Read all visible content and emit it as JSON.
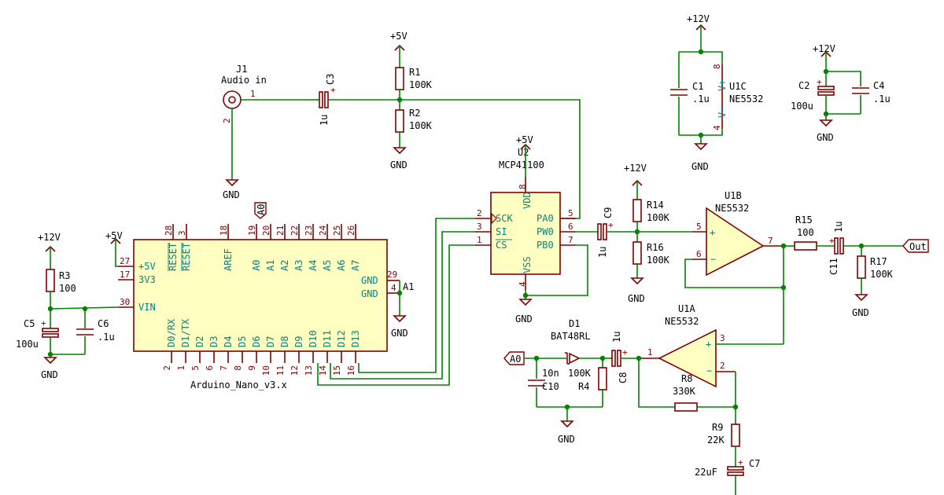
{
  "schematic": {
    "symbols": {
      "ground": "GND",
      "v5": "+5V",
      "v12": "+12V"
    },
    "components": {
      "J1": {
        "ref": "J1",
        "value": "Audio in",
        "pins": [
          "1",
          "2"
        ]
      },
      "C3": {
        "ref": "C3",
        "value": "1u"
      },
      "R1": {
        "ref": "R1",
        "value": "100K"
      },
      "R2": {
        "ref": "R2",
        "value": "100K"
      },
      "R3": {
        "ref": "R3",
        "value": "100"
      },
      "C5": {
        "ref": "C5",
        "value": "100u"
      },
      "C6": {
        "ref": "C6",
        "value": ".1u"
      },
      "U1C": {
        "ref": "U1C",
        "value": "NE5532",
        "pins": [
          "8",
          "4"
        ],
        "pin_names": [
          "V+",
          "V-"
        ]
      },
      "C1": {
        "ref": "C1",
        "value": ".1u"
      },
      "C2": {
        "ref": "C2",
        "value": "100u"
      },
      "C4": {
        "ref": "C4",
        "value": ".1u"
      },
      "U2": {
        "ref": "U2",
        "value": "MCP41100",
        "pins": {
          "sck": "2",
          "si": "3",
          "cs": "1",
          "pa0": "5",
          "pw0": "6",
          "pb0": "7",
          "vdd": "8",
          "vss": "4"
        },
        "pin_names": {
          "sck": "SCK",
          "si": "SI",
          "cs": "CS",
          "pa0": "PA0",
          "pw0": "PW0",
          "pb0": "PB0",
          "vdd": "VDD",
          "vss": "VSS"
        }
      },
      "C9": {
        "ref": "C9",
        "value": "1u"
      },
      "R14": {
        "ref": "R14",
        "value": "100K"
      },
      "R16": {
        "ref": "R16",
        "value": "100K"
      },
      "U1B": {
        "ref": "U1B",
        "value": "NE5532",
        "pins": [
          "5",
          "6",
          "7"
        ]
      },
      "R15": {
        "ref": "R15",
        "value": "100"
      },
      "C11": {
        "ref": "C11",
        "value": "1u"
      },
      "R17": {
        "ref": "R17",
        "value": "100K"
      },
      "U1A": {
        "ref": "U1A",
        "value": "NE5532",
        "pins": [
          "3",
          "2",
          "1"
        ]
      },
      "D1": {
        "ref": "D1",
        "value": "BAT48RL"
      },
      "C10": {
        "ref": "C10",
        "value": "10n"
      },
      "R4": {
        "ref": "R4",
        "value": "100K"
      },
      "C8": {
        "ref": "C8",
        "value": "1u"
      },
      "R8": {
        "ref": "R8",
        "value": "330K"
      },
      "R9": {
        "ref": "R9",
        "value": "22K"
      },
      "C7": {
        "ref": "C7",
        "value": "22uF"
      },
      "A1": {
        "ref": "A1",
        "value": "Arduino_Nano_v3.x",
        "top_pin_numbers": [
          "28",
          "3",
          "18",
          "19",
          "20",
          "21",
          "22",
          "23",
          "24",
          "25",
          "26"
        ],
        "top_pin_names": [
          "RESET",
          "RESET",
          "AREF",
          "A0",
          "A1",
          "A2",
          "A3",
          "A4",
          "A5",
          "A6",
          "A7"
        ],
        "left_pin_numbers": [
          "27",
          "17",
          "30"
        ],
        "left_pin_names": [
          "+5V",
          "3V3",
          "VIN"
        ],
        "right_pin_numbers": [
          "29",
          "4"
        ],
        "right_pin_names": [
          "GND",
          "GND"
        ],
        "bottom_pin_numbers": [
          "2",
          "1",
          "5",
          "6",
          "7",
          "8",
          "9",
          "10",
          "11",
          "12",
          "13",
          "14",
          "15",
          "16"
        ],
        "bottom_pin_names": [
          "D0/RX",
          "D1/TX",
          "D2",
          "D3",
          "D4",
          "D5",
          "D6",
          "D7",
          "D8",
          "D9",
          "D10",
          "D11",
          "D12",
          "D13"
        ]
      }
    },
    "net_labels": {
      "a0_top": "A0",
      "a0_left": "A0",
      "out": "Out"
    },
    "colors": {
      "wire": "#008400",
      "component": "#840000",
      "body_fill": "#ffffc2",
      "pin_text": "#008484"
    }
  }
}
